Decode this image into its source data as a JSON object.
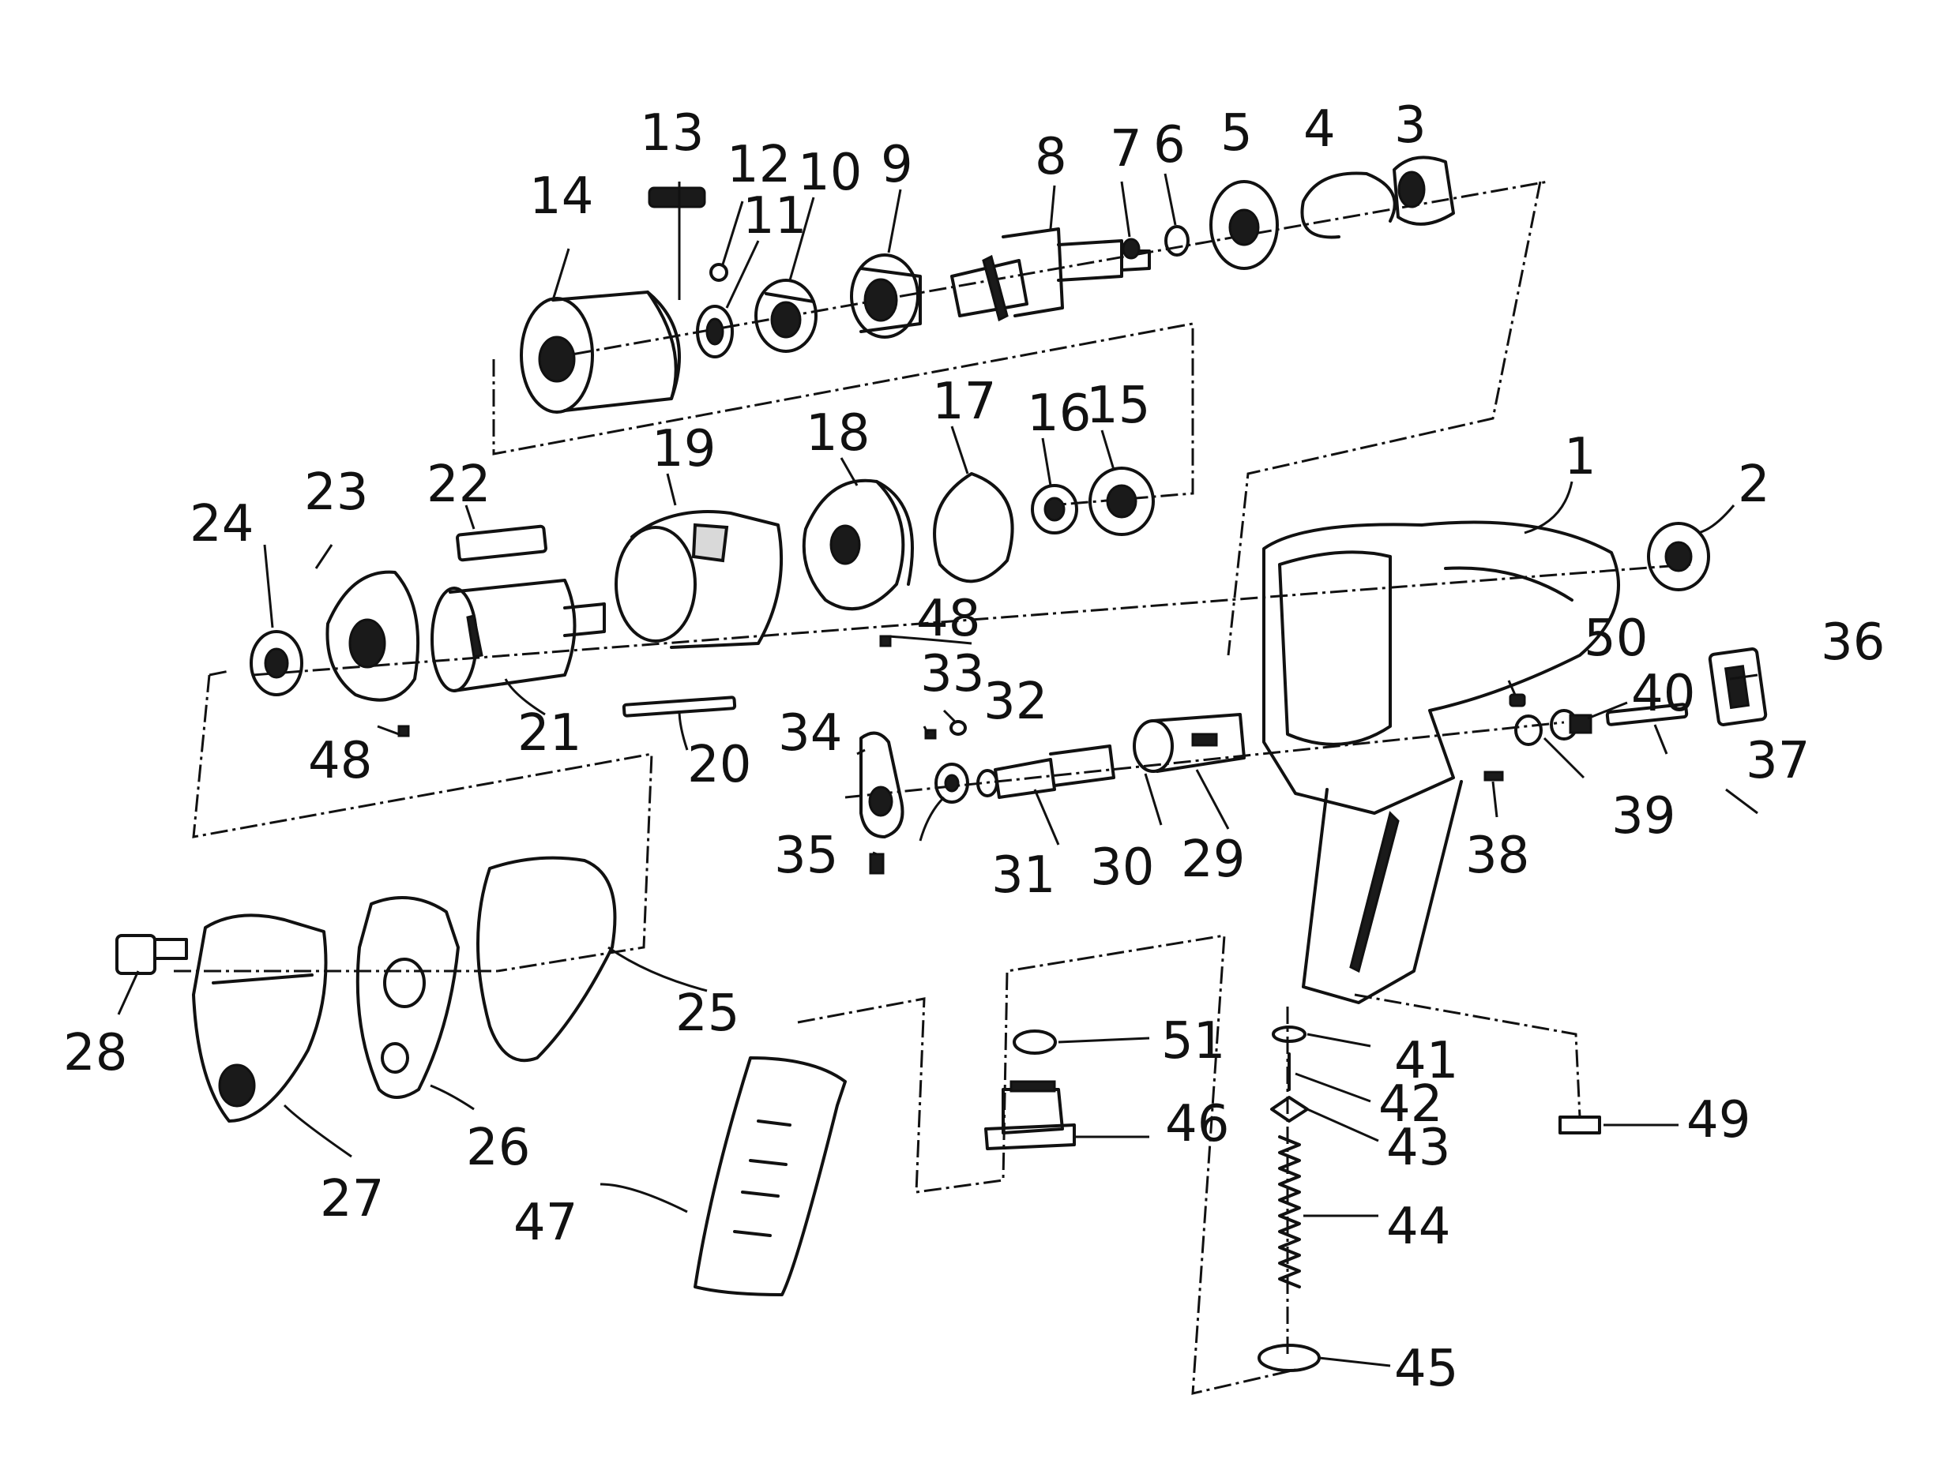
{
  "diagram": {
    "callouts": [
      "1",
      "2",
      "3",
      "4",
      "5",
      "6",
      "7",
      "8",
      "9",
      "10",
      "11",
      "12",
      "13",
      "14",
      "15",
      "16",
      "17",
      "18",
      "19",
      "20",
      "21",
      "22",
      "23",
      "24",
      "25",
      "26",
      "27",
      "28",
      "29",
      "30",
      "31",
      "32",
      "33",
      "34",
      "35",
      "36",
      "37",
      "38",
      "39",
      "40",
      "41",
      "42",
      "43",
      "44",
      "45",
      "46",
      "47",
      "48",
      "48",
      "49",
      "50",
      "51"
    ]
  }
}
